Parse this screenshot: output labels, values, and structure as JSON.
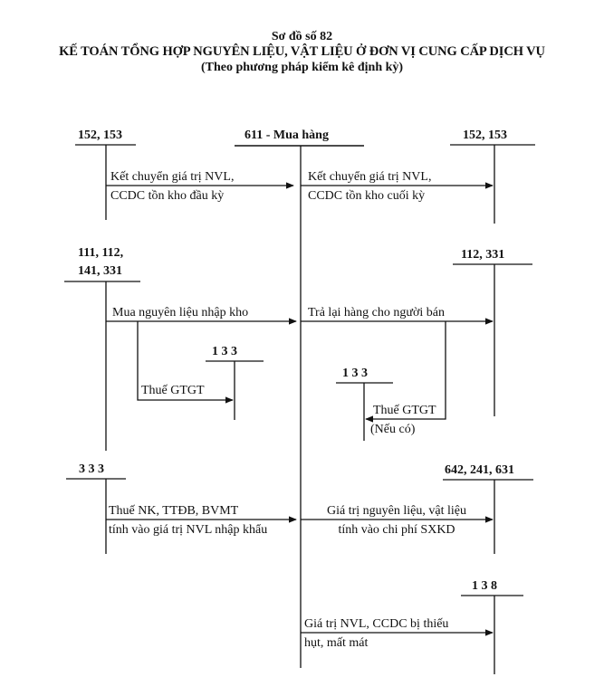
{
  "header": {
    "diagram_no": "Sơ đồ số 82",
    "title": "KẾ TOÁN TỔNG HỢP NGUYÊN LIỆU, VẬT LIỆU Ở ĐƠN VỊ CUNG CẤP DỊCH VỤ",
    "subtitle": "(Theo phương pháp kiểm kê định kỳ)"
  },
  "accounts": {
    "center": "611 - Mua hàng",
    "left_top": "152, 153",
    "right_top": "152, 153",
    "left_mid_line1": "111, 112,",
    "left_mid_line2": "141, 331",
    "right_mid": "112, 331",
    "vat_left": "1 3 3",
    "vat_right": "1 3 3",
    "left_bottom": "3 3 3",
    "right_bottom": "642, 241, 631",
    "right_last": "1 3 8"
  },
  "flows": {
    "opening_line1": "Kết chuyển giá trị NVL,",
    "opening_line2": "CCDC tồn kho đầu kỳ",
    "closing_line1": "Kết chuyển giá trị NVL,",
    "closing_line2": "CCDC tồn kho cuối kỳ",
    "purchase": "Mua nguyên liệu nhập kho",
    "vat_in": "Thuế GTGT",
    "return_goods": "Trả lại hàng cho người bán",
    "vat_return": "Thuế GTGT",
    "vat_return_note": "(Nếu có)",
    "import_tax_line1": "Thuế NK, TTĐB, BVMT",
    "import_tax_line2": "tính vào giá trị NVL nhập khẩu",
    "expense_line1": "Giá trị nguyên liệu, vật liệu",
    "expense_line2": "tính vào chi phí SXKD",
    "shortage_line1": "Giá trị NVL, CCDC bị thiếu",
    "shortage_line2": "hụt, mất mát"
  }
}
